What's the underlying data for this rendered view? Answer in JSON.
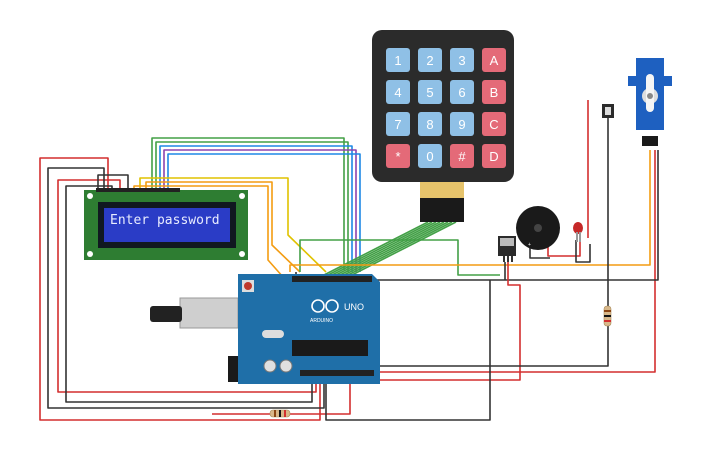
{
  "lcd": {
    "text": "Enter password"
  },
  "keypad": {
    "keys": [
      [
        "1",
        "2",
        "3",
        "A"
      ],
      [
        "4",
        "5",
        "6",
        "B"
      ],
      [
        "7",
        "8",
        "9",
        "C"
      ],
      [
        "*",
        "0",
        "#",
        "D"
      ]
    ],
    "colors": {
      "numeric": "#8fc0e6",
      "letter": "#e46a78",
      "body": "#2b2b2b"
    }
  },
  "arduino": {
    "label": "UNO"
  },
  "colors": {
    "board": "#1f6fa8",
    "lcd_pcb": "#2e7d32",
    "lcd_screen": "#2a3cc6",
    "wire_red": "#d32f2f",
    "wire_black": "#333333",
    "wire_orange": "#f39c12",
    "wire_green": "#43a047",
    "wire_blue": "#1e88e5",
    "wire_purple": "#8e44ad",
    "wire_yellow": "#e0c200"
  }
}
